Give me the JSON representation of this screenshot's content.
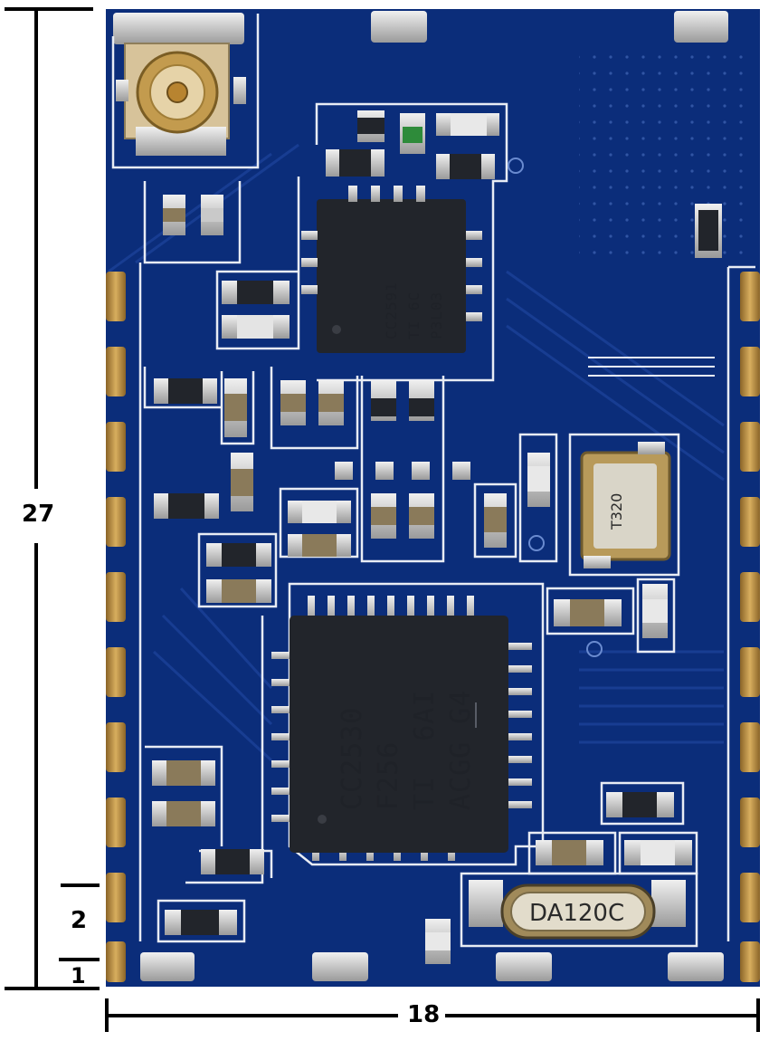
{
  "dimensions": {
    "height_label": "27",
    "width_label": "18",
    "pad_pitch_label": "2",
    "pad_edge_label": "1"
  },
  "chips": {
    "main": {
      "line1": "CC2530",
      "line2": "F256",
      "line3": "TI  6AI",
      "line4": "ACGG G4"
    },
    "rf_frontend": {
      "line1": "CC2591",
      "line2": "TI 6C",
      "line3": "P3L03"
    }
  },
  "crystals": {
    "main_crystal_label": "DA120C",
    "small_crystal_label": "T320"
  },
  "colors": {
    "pcb_blue": "#0b2d7a",
    "silkscreen": "#e8ecf4",
    "chip_body": "#22252b",
    "gold_pad": "#b8893a",
    "silver_pad": "#c9c9c9",
    "dimension_line": "#000000"
  },
  "icons": {
    "antenna_connector": "ufl-connector-icon"
  }
}
